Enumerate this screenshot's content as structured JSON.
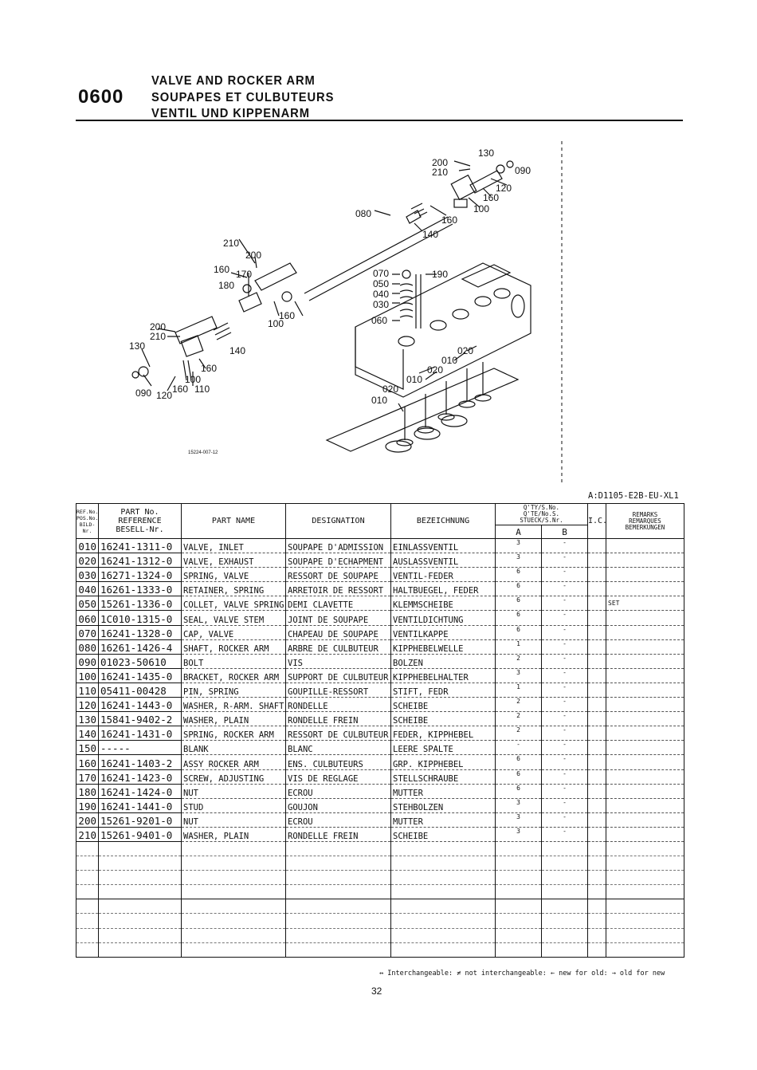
{
  "header": {
    "section_code": "0600",
    "title_en": "VALVE AND ROCKER ARM",
    "title_fr": "SOUPAPES ET CULBUTEURS",
    "title_de": "VENTIL UND KIPPENARM"
  },
  "diagram": {
    "drawing_code": "15224-007-12",
    "callouts": [
      "010",
      "020",
      "030",
      "040",
      "050",
      "060",
      "070",
      "080",
      "090",
      "100",
      "110",
      "120",
      "130",
      "140",
      "160",
      "170",
      "180",
      "190",
      "200",
      "210"
    ]
  },
  "model_code": "A:D1105-E2B-EU-XL1",
  "table": {
    "headers": {
      "ref": [
        "REF.No.",
        "POS.No.",
        "BILD-Nr."
      ],
      "part_no": [
        "PART No.",
        "REFERENCE",
        "BESELL-Nr."
      ],
      "part_name": "PART NAME",
      "designation": "DESIGNATION",
      "bezeichnung": "BEZEICHNUNG",
      "qty": [
        "Q'TY/S.No.",
        "Q'TE/No.S.",
        "STUECK/S.Nr."
      ],
      "qty_a": "A",
      "qty_b": "B",
      "ic": "I.C.",
      "remarks": [
        "REMARKS",
        "REMARQUES",
        "BEMERKUNGEN"
      ]
    },
    "rows": [
      {
        "ref": "010",
        "part_no": "16241-1311-0",
        "name": "VALVE, INLET",
        "designation": "SOUPAPE D'ADMISSION",
        "bezeichnung": "EINLASSVENTIL",
        "qty_a": "3",
        "qty_b": "-",
        "remarks": ""
      },
      {
        "ref": "020",
        "part_no": "16241-1312-0",
        "name": "VALVE, EXHAUST",
        "designation": "SOUPAPE D'ECHAPMENT",
        "bezeichnung": "AUSLASSVENTIL",
        "qty_a": "3",
        "qty_b": "-",
        "remarks": ""
      },
      {
        "ref": "030",
        "part_no": "16271-1324-0",
        "name": "SPRING, VALVE",
        "designation": "RESSORT DE SOUPAPE",
        "bezeichnung": "VENTIL-FEDER",
        "qty_a": "6",
        "qty_b": "-",
        "remarks": ""
      },
      {
        "ref": "040",
        "part_no": "16261-1333-0",
        "name": "RETAINER, SPRING",
        "designation": "ARRETOIR DE RESSORT",
        "bezeichnung": "HALTBUEGEL, FEDER",
        "qty_a": "6",
        "qty_b": "-",
        "remarks": ""
      },
      {
        "ref": "050",
        "part_no": "15261-1336-0",
        "name": "COLLET, VALVE SPRING",
        "designation": "DEMI CLAVETTE",
        "bezeichnung": "KLEMMSCHEIBE",
        "qty_a": "6",
        "qty_b": "-",
        "remarks": "SET"
      },
      {
        "ref": "060",
        "part_no": "1C010-1315-0",
        "name": "SEAL, VALVE STEM",
        "designation": "JOINT DE SOUPAPE",
        "bezeichnung": "VENTILDICHTUNG",
        "qty_a": "6",
        "qty_b": "-",
        "remarks": ""
      },
      {
        "ref": "070",
        "part_no": "16241-1328-0",
        "name": "CAP, VALVE",
        "designation": "CHAPEAU DE SOUPAPE",
        "bezeichnung": "VENTILKAPPE",
        "qty_a": "6",
        "qty_b": "-",
        "remarks": ""
      },
      {
        "ref": "080",
        "part_no": "16261-1426-4",
        "name": "SHAFT, ROCKER ARM",
        "designation": "ARBRE DE CULBUTEUR",
        "bezeichnung": "KIPPHEBELWELLE",
        "qty_a": "1",
        "qty_b": "-",
        "remarks": ""
      },
      {
        "ref": "090",
        "part_no": "01023-50610",
        "name": "BOLT",
        "designation": "VIS",
        "bezeichnung": "BOLZEN",
        "qty_a": "2",
        "qty_b": "-",
        "remarks": ""
      },
      {
        "ref": "100",
        "part_no": "16241-1435-0",
        "name": "BRACKET, ROCKER ARM",
        "designation": "SUPPORT DE CULBUTEUR",
        "bezeichnung": "KIPPHEBELHALTER",
        "qty_a": "3",
        "qty_b": "-",
        "remarks": ""
      },
      {
        "ref": "110",
        "part_no": "05411-00428",
        "name": "PIN, SPRING",
        "designation": "GOUPILLE-RESSORT",
        "bezeichnung": "STIFT, FEDR",
        "qty_a": "1",
        "qty_b": "-",
        "remarks": ""
      },
      {
        "ref": "120",
        "part_no": "16241-1443-0",
        "name": "WASHER, R-ARM. SHAFT",
        "designation": "RONDELLE",
        "bezeichnung": "SCHEIBE",
        "qty_a": "2",
        "qty_b": "-",
        "remarks": ""
      },
      {
        "ref": "130",
        "part_no": "15841-9402-2",
        "name": "WASHER, PLAIN",
        "designation": "RONDELLE FREIN",
        "bezeichnung": "SCHEIBE",
        "qty_a": "2",
        "qty_b": "-",
        "remarks": ""
      },
      {
        "ref": "140",
        "part_no": "16241-1431-0",
        "name": "SPRING, ROCKER ARM",
        "designation": "RESSORT DE CULBUTEUR",
        "bezeichnung": "FEDER, KIPPHEBEL",
        "qty_a": "2",
        "qty_b": "-",
        "remarks": ""
      },
      {
        "ref": "150",
        "part_no": "-----",
        "name": "BLANK",
        "designation": "BLANC",
        "bezeichnung": "LEERE SPALTE",
        "qty_a": "-",
        "qty_b": "-",
        "remarks": ""
      },
      {
        "ref": "160",
        "part_no": "16241-1403-2",
        "name": "ASSY ROCKER ARM",
        "designation": "ENS. CULBUTEURS",
        "bezeichnung": "GRP. KIPPHEBEL",
        "qty_a": "6",
        "qty_b": "-",
        "remarks": ""
      },
      {
        "ref": "170",
        "part_no": "16241-1423-0",
        "name": "SCREW, ADJUSTING",
        "designation": "VIS DE REGLAGE",
        "bezeichnung": "STELLSCHRAUBE",
        "qty_a": "6",
        "qty_b": "-",
        "remarks": ""
      },
      {
        "ref": "180",
        "part_no": "16241-1424-0",
        "name": "NUT",
        "designation": "ECROU",
        "bezeichnung": "MUTTER",
        "qty_a": "6",
        "qty_b": "-",
        "remarks": ""
      },
      {
        "ref": "190",
        "part_no": "16241-1441-0",
        "name": "STUD",
        "designation": "GOUJON",
        "bezeichnung": "STEHBOLZEN",
        "qty_a": "3",
        "qty_b": "-",
        "remarks": ""
      },
      {
        "ref": "200",
        "part_no": "15261-9201-0",
        "name": "NUT",
        "designation": "ECROU",
        "bezeichnung": "MUTTER",
        "qty_a": "3",
        "qty_b": "-",
        "remarks": ""
      },
      {
        "ref": "210",
        "part_no": "15261-9401-0",
        "name": "WASHER, PLAIN",
        "designation": "RONDELLE FREIN",
        "bezeichnung": "SCHEIBE",
        "qty_a": "3",
        "qty_b": "-",
        "remarks": ""
      }
    ]
  },
  "legend": "↔ Interchangeable: ≠ not interchangeable: ← new for old: → old for new",
  "page_number": "32"
}
